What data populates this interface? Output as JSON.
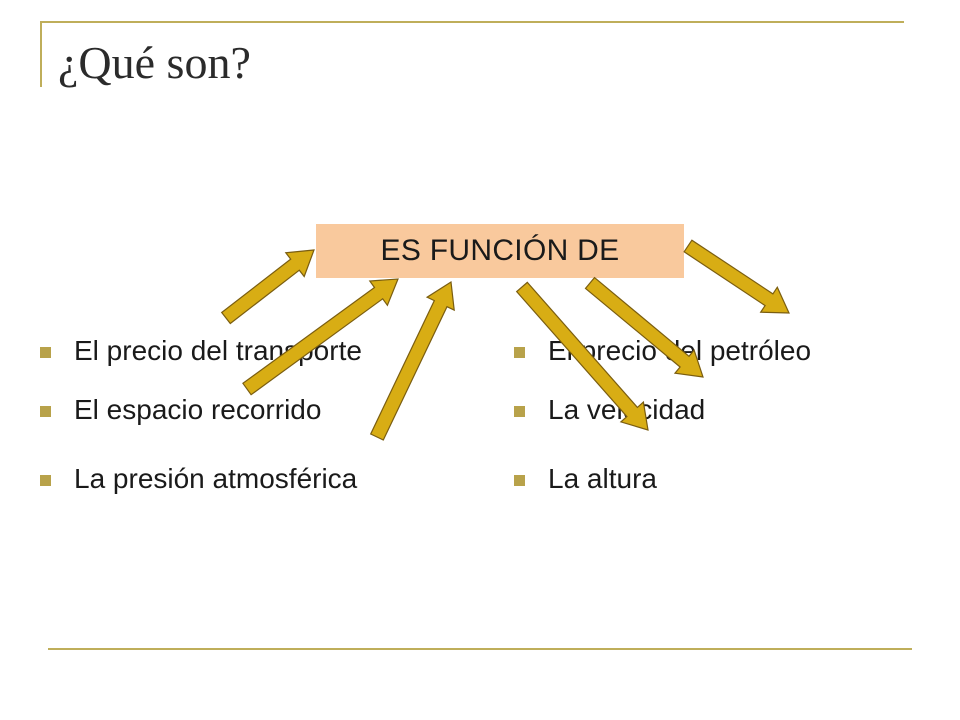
{
  "slide": {
    "title": "¿Qué son?",
    "center_label": "ES FUNCIÓN DE",
    "left_items": [
      "El precio del transporte",
      "El espacio recorrido",
      "La presión atmosférica"
    ],
    "right_items": [
      "El precio del petróleo",
      "La velocidad",
      "La altura"
    ],
    "colors": {
      "center_box": "#f9c99d",
      "arrow_fill": "#d8ad14",
      "frame_line": "#bfae5a",
      "bullet": "#b8a24a"
    }
  }
}
